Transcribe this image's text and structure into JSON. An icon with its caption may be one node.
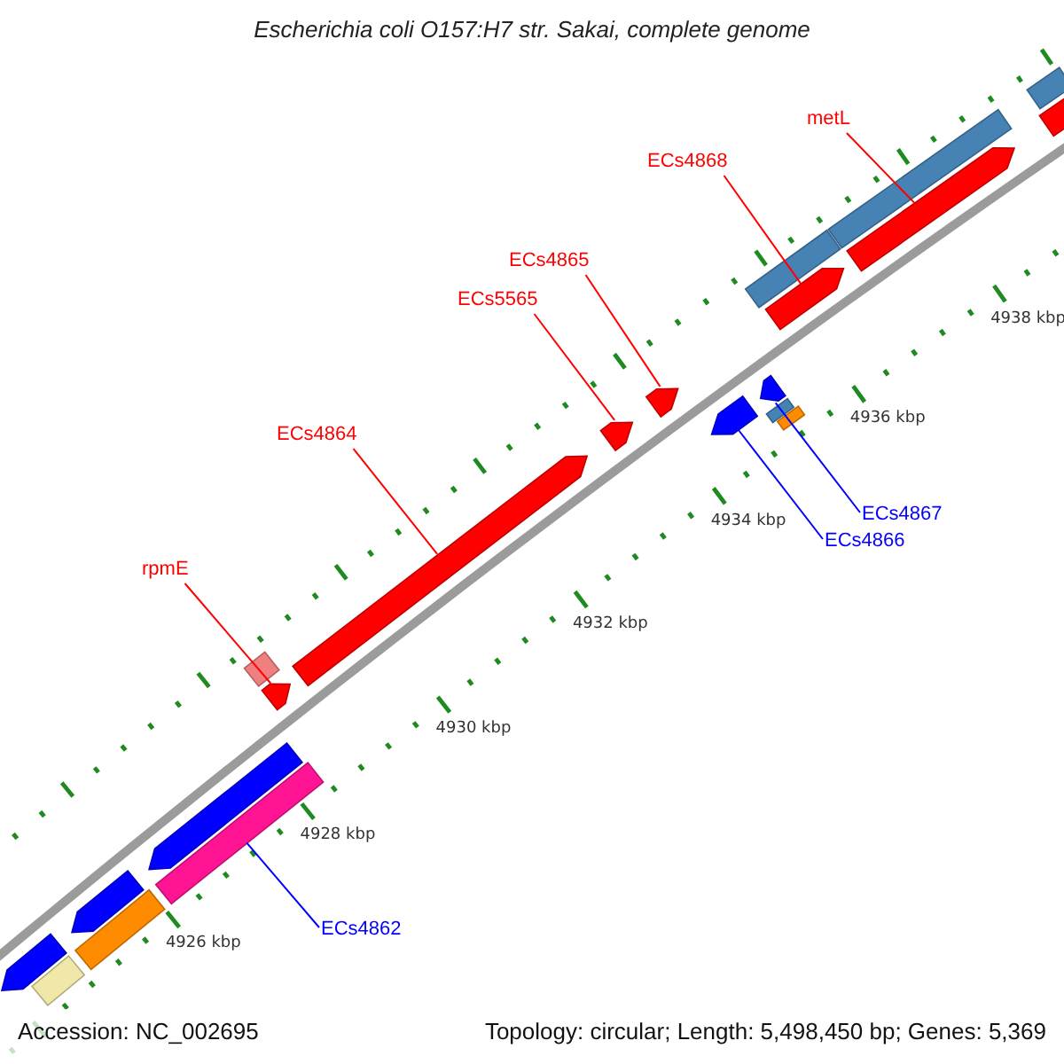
{
  "diagram": {
    "title": "Escherichia coli O157:H7 str. Sakai, complete genome",
    "nodes": [
      {
        "text": [
          "metL"
        ]
      },
      {
        "text": [
          "ECs4868"
        ]
      },
      {
        "text": [
          "ECs4865"
        ]
      },
      {
        "text": [
          "ECs5565"
        ]
      },
      {
        "text": [
          "ECs4864"
        ]
      },
      {
        "text": [
          "rpmE"
        ]
      },
      {
        "text": [
          "ECs4867"
        ]
      },
      {
        "text": [
          "ECs4866"
        ]
      },
      {
        "text": [
          "ECs4862"
        ]
      },
      {
        "text": [],
        "shape": "bar"
      },
      {
        "text": [],
        "shape": "bar"
      },
      {
        "text": [],
        "shape": "bar"
      },
      {
        "text": [],
        "shape": "bar"
      },
      {
        "text": [],
        "shape": "bar"
      },
      {
        "text": [],
        "shape": "bar"
      },
      {
        "text": [],
        "shape": "bar"
      },
      {
        "text": [],
        "shape": "bar"
      },
      {
        "text": [],
        "shape": "bar"
      },
      {
        "text": [],
        "shape": "bar"
      },
      {
        "text": [],
        "shape": "bar"
      },
      {
        "text": [],
        "shape": "bar"
      },
      {
        "text": [],
        "shape": "bar"
      },
      {
        "text": [],
        "shape": "bar"
      },
      {
        "text": [],
        "shape": "bar"
      },
      {
        "text": [],
        "shape": "bar"
      },
      {
        "text": [],
        "shape": "bar"
      },
      {
        "text": [],
        "shape": "bar"
      },
      {
        "text": [],
        "shape": "bar"
      },
      {
        "text": [],
        "shape": "bar"
      },
      {
        "text": [],
        "shape": "bar"
      }
    ],
    "edges": [
      {
        "from": 0,
        "to": 9,
        "arrow": "none"
      },
      {
        "from": 1,
        "to": 10,
        "arrow": "none"
      },
      {
        "from": 2,
        "to": 11,
        "arrow": "none"
      },
      {
        "from": 3,
        "to": 12,
        "arrow": "none"
      },
      {
        "from": 4,
        "to": 13,
        "arrow": "none"
      },
      {
        "from": 5,
        "to": 14,
        "arrow": "none"
      },
      {
        "from": 6,
        "to": 15,
        "arrow": "none",
        "color": "#0000ff"
      },
      {
        "from": 7,
        "to": 16,
        "arrow": "none",
        "color": "#0000ff"
      },
      {
        "from": 8,
        "to": 17,
        "arrow": "none",
        "color": "#0000ff"
      }
    ],
    "labels": [
      "4938 kbp",
      "4936 kbp",
      "4934 kbp",
      "4932 kbp",
      "4930 kbp",
      "4928 kbp",
      "4926 kbp",
      "Accession: NC_002695",
      "Topology: circular; Length: 5,498,450 bp; Genes: 5,369"
    ]
  }
}
